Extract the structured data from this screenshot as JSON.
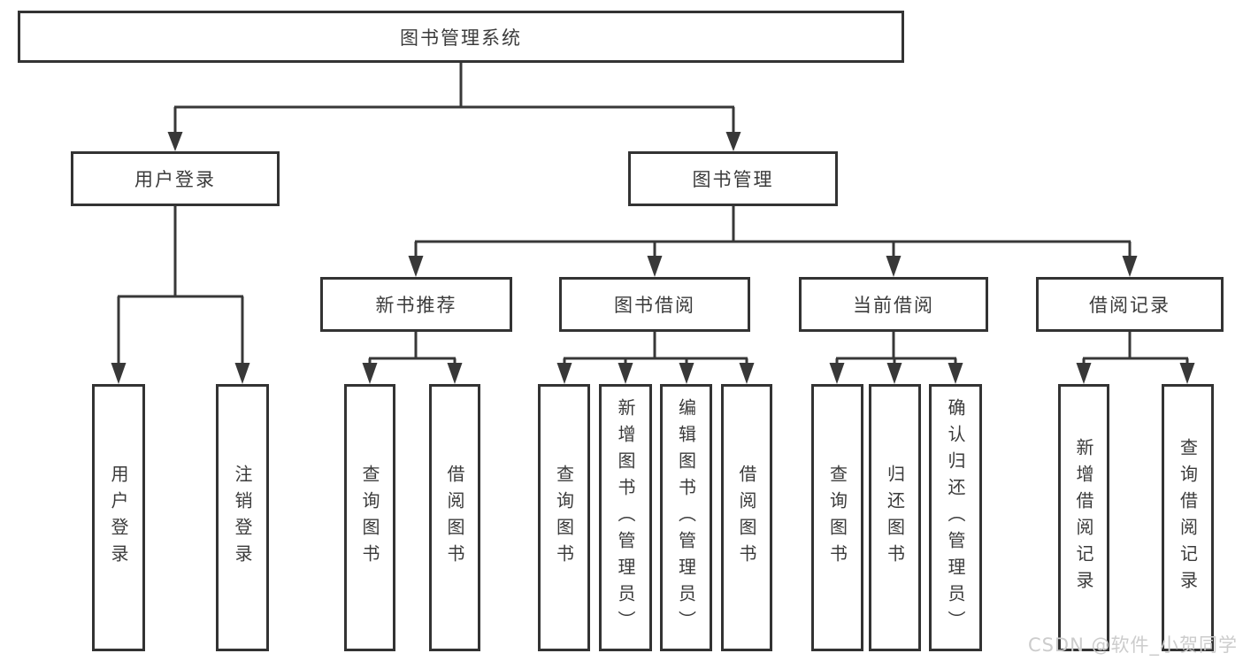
{
  "diagram": {
    "title": "图书管理系统",
    "level2": [
      {
        "label": "用户登录"
      },
      {
        "label": "图书管理"
      }
    ],
    "level3": [
      {
        "label": "新书推荐"
      },
      {
        "label": "图书借阅"
      },
      {
        "label": "当前借阅"
      },
      {
        "label": "借阅记录"
      }
    ],
    "leaves": {
      "user_login": [
        {
          "label": "用户登录"
        },
        {
          "label": "注销登录"
        }
      ],
      "new_book": [
        {
          "label": "查询图书"
        },
        {
          "label": "借阅图书"
        }
      ],
      "book_borrow": [
        {
          "label": "查询图书"
        },
        {
          "label": "新增图书（管理员）"
        },
        {
          "label": "编辑图书（管理员）"
        },
        {
          "label": "借阅图书"
        }
      ],
      "current_borrow": [
        {
          "label": "查询图书"
        },
        {
          "label": "归还图书"
        },
        {
          "label": "确认归还（管理员）"
        }
      ],
      "borrow_records": [
        {
          "label": "新增借阅记录"
        },
        {
          "label": "查询借阅记录"
        }
      ]
    },
    "watermark": "CSDN @软件_小贺同学",
    "colors": {
      "line": "#383838",
      "box_border": "#333333",
      "box_fill": "#ffffff",
      "text": "#3b3b3b",
      "watermark": "#cccccc",
      "background": "#ffffff"
    }
  }
}
